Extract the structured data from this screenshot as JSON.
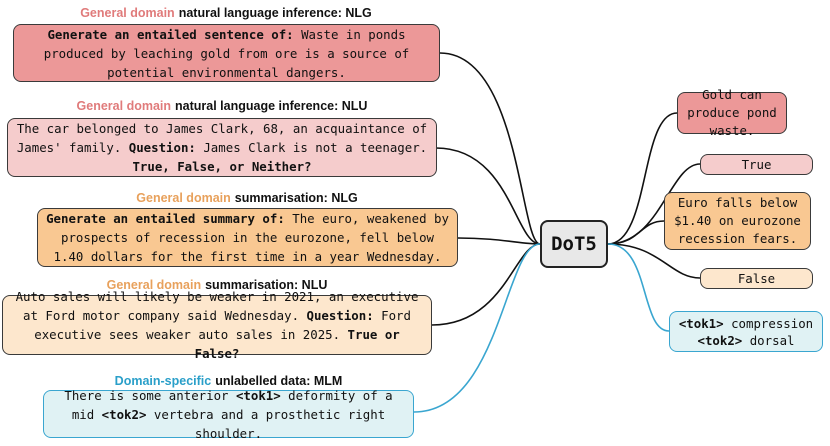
{
  "colors": {
    "nlg_red": "#ec9898",
    "nlu_red": "#f5cccc",
    "nlg_orange": "#f9c892",
    "nlu_orange": "#fde7cd",
    "mlm_blue": "#e0f2f4",
    "red_label": "#e07b7b",
    "orange_label": "#e8a15c",
    "blue_label": "#2a9fc9",
    "blue_line": "#3aa6d0"
  },
  "center": {
    "label": "DoT5"
  },
  "inputs": [
    {
      "title_domain": "General domain",
      "title_rest": "natural language inference: NLG",
      "bold_prefix": "Generate an entailed sentence of:",
      "text": " Waste in ponds produced by leaching gold from ore is a source of potential environmental dangers."
    },
    {
      "title_domain": "General domain",
      "title_rest": "natural language inference: NLU",
      "text1": "The car belonged to James Clark, 68, an acquaintance of James' family. ",
      "bold1": "Question:",
      "text2": " James Clark is not a teenager. ",
      "bold2": "True, False, or Neither?"
    },
    {
      "title_domain": "General domain",
      "title_rest": "summarisation: NLG",
      "bold_prefix": "Generate an entailed summary of:",
      "text": " The euro, weakened by prospects of recession in the eurozone, fell below 1.40 dollars for the first time in a year Wednesday."
    },
    {
      "title_domain": "General domain",
      "title_rest": "summarisation: NLU",
      "text1": "Auto sales will likely be weaker in 2021, an executive at Ford motor company said Wednesday. ",
      "bold1": "Question:",
      "text2": " Ford executive sees weaker auto sales in 2025. ",
      "bold2": "True or False?"
    },
    {
      "title_domain": "Domain-specific",
      "title_rest": "unlabelled data: MLM",
      "text1": "There is some anterior ",
      "tok1": "<tok1>",
      "text2": " deformity of a mid ",
      "tok2": "<tok2>",
      "text3": " vertebra and a prosthetic right shoulder."
    }
  ],
  "outputs": [
    {
      "text": "Gold can produce pond waste."
    },
    {
      "text": "True"
    },
    {
      "text": "Euro falls below $1.40 on eurozone recession fears."
    },
    {
      "text": "False"
    },
    {
      "tok1": "<tok1>",
      "word1": " compression",
      "tok2": "<tok2>",
      "word2": " dorsal"
    }
  ]
}
